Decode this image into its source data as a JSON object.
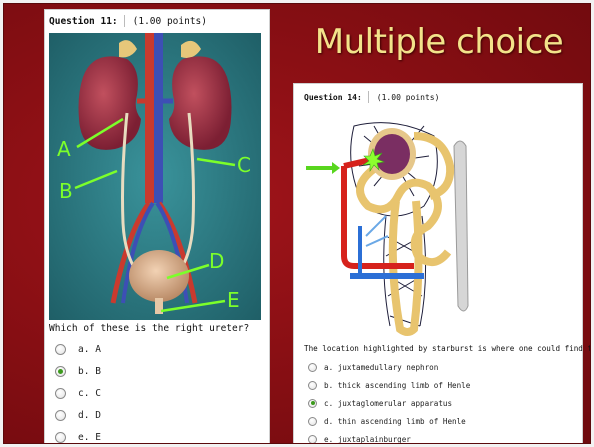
{
  "slide": {
    "title": "Multiple choice"
  },
  "left_question": {
    "label": "Question 11:",
    "points": "(1.00 points)",
    "figure_labels": [
      "A",
      "B",
      "C",
      "D",
      "E"
    ],
    "prompt": "Which of these is the right ureter?",
    "options": [
      {
        "letter": "a.",
        "text": "A",
        "selected": false
      },
      {
        "letter": "b.",
        "text": "B",
        "selected": true
      },
      {
        "letter": "c.",
        "text": "C",
        "selected": false
      },
      {
        "letter": "d.",
        "text": "D",
        "selected": false
      },
      {
        "letter": "e.",
        "text": "E",
        "selected": false
      }
    ]
  },
  "right_question": {
    "label": "Question 14:",
    "points": "(1.00 points)",
    "prompt": "The location highlighted by starburst is where one could find the",
    "options": [
      {
        "letter": "a.",
        "text": "juxtamedullary nephron",
        "selected": false
      },
      {
        "letter": "b.",
        "text": "thick ascending limb of Henle",
        "selected": false
      },
      {
        "letter": "c.",
        "text": "juxtaglomerular apparatus",
        "selected": true
      },
      {
        "letter": "d.",
        "text": "thin ascending limb of Henle",
        "selected": false
      },
      {
        "letter": "e.",
        "text": "juxtaplainburger",
        "selected": false
      }
    ]
  },
  "colors": {
    "slide_background": "#8a0f14",
    "title_text": "#f3e38a",
    "selected_radio": "#3c9a1c",
    "label_green": "#7cff2a"
  },
  "icons": {
    "radio_unselected": "radio-circle-empty",
    "radio_selected": "radio-circle-filled"
  }
}
